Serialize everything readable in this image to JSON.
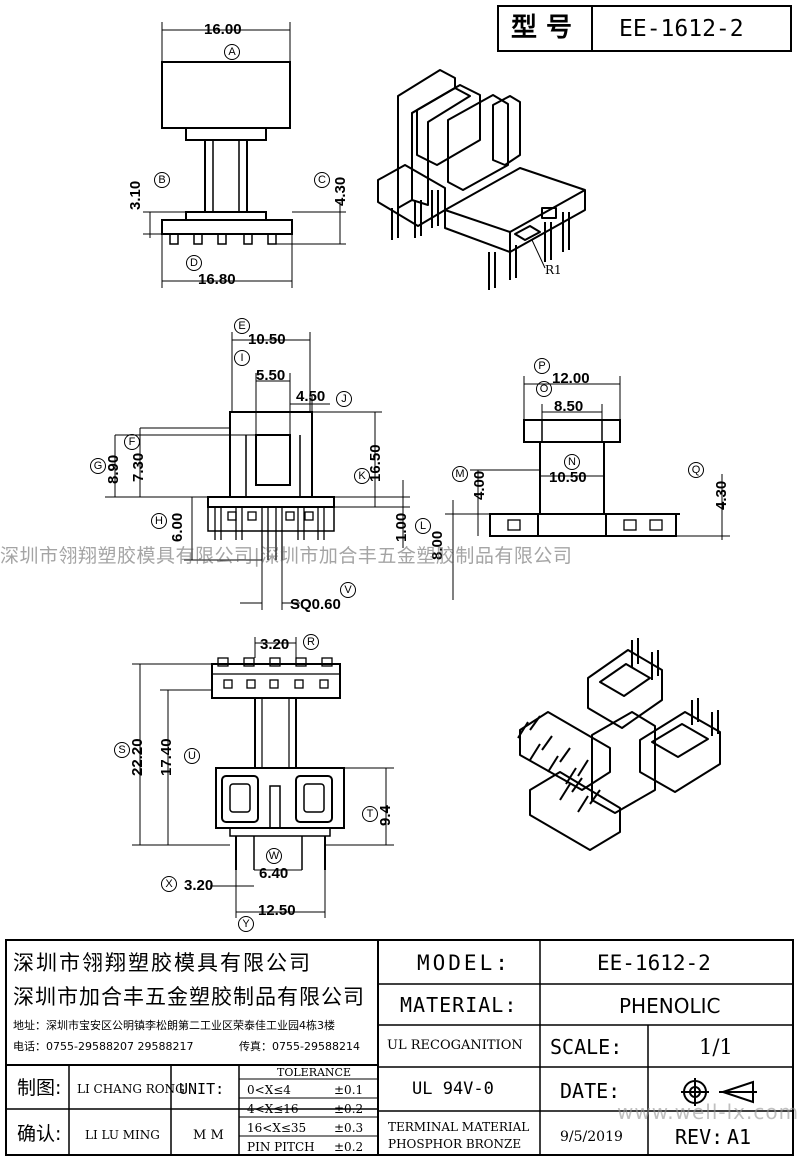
{
  "header": {
    "model_label": "型 号",
    "model_value": "EE-1612-2"
  },
  "callouts": [
    "A",
    "B",
    "C",
    "D",
    "E",
    "I",
    "J",
    "F",
    "G",
    "K",
    "H",
    "L",
    "M",
    "N",
    "O",
    "P",
    "Q",
    "R",
    "S",
    "U",
    "T",
    "V",
    "W",
    "X",
    "Y"
  ],
  "dimensions": {
    "top_view": {
      "A": "16.00",
      "B": "3.10",
      "C": "4.30",
      "D": "16.80"
    },
    "front_view": {
      "E": "10.50",
      "I": "5.50",
      "J": "4.50",
      "F": "7.30",
      "G": "8.90",
      "K": "16.50",
      "H": "6.00",
      "L": "1.00",
      "R": "SQ0.60"
    },
    "side_view": {
      "P": "12.00",
      "O": "8.50",
      "N": "10.50",
      "M": "4.00",
      "L": "8.00",
      "Q": "4.30"
    },
    "bottom_view": {
      "S": "3.20",
      "U": "22.20",
      "T": "17.40",
      "V": "9.4",
      "W": "6.40",
      "X": "3.20",
      "Y": "12.50"
    }
  },
  "iso_label": "R1",
  "watermark": "深圳市翎翔塑胶模具有限公司|深圳市加合丰五金塑胶制品有限公司",
  "site_watermark": "www.well-lx.com",
  "title_block": {
    "company1": "深圳市翎翔塑胶模具有限公司",
    "company2": "深圳市加合丰五金塑胶制品有限公司",
    "address": "地址：深圳市宝安区公明镇李松朗第二工业区荣泰佳工业园4栋3楼",
    "phone": "电话：0755-29588207  29588217",
    "fax": "传真：0755-29588214",
    "drawn_label": "制图:",
    "drawn_name": "LI CHANG RONG",
    "checked_label": "确认:",
    "checked_name": "LI LU MING",
    "unit_label": "UNIT:",
    "unit_value": "M M",
    "tolerance_title": "TOLERANCE",
    "tolerances": [
      {
        "range": "0<X≤4",
        "value": "±0.1"
      },
      {
        "range": "4<X≤16",
        "value": "±0.2"
      },
      {
        "range": "16<X≤35",
        "value": "±0.3"
      },
      {
        "range": "PIN PITCH",
        "value": "±0.2"
      }
    ],
    "model_label": "MODEL:",
    "model_value": "EE-1612-2",
    "material_label": "MATERIAL:",
    "material_value": "PHENOLIC",
    "ul_label": "UL RECOGANITION",
    "ul_value": "UL 94V-0",
    "terminal_label_1": "TERMINAL MATERIAL",
    "terminal_label_2": "PHOSPHOR  BRONZE",
    "scale_label": "SCALE:",
    "scale_value": "1/1",
    "date_label": "DATE:",
    "date_value": "9/5/2019",
    "rev_label": "REV:",
    "rev_value": "A1"
  }
}
